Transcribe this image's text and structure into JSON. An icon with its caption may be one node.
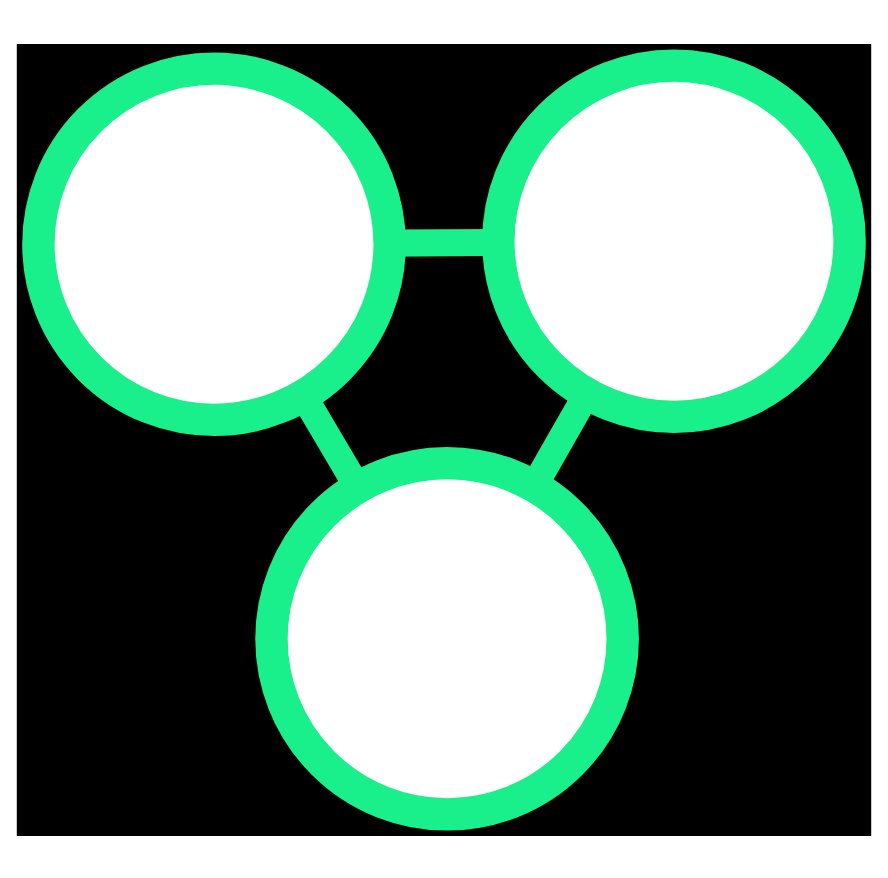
{
  "diagram": {
    "nodes": [
      {
        "text": [],
        "shape": "circle"
      },
      {
        "text": [],
        "shape": "circle"
      },
      {
        "text": [],
        "shape": "circle"
      }
    ],
    "edges": [
      {
        "from": 0,
        "to": 2,
        "arrow": "none"
      },
      {
        "from": 0,
        "to": 1,
        "arrow": "none"
      },
      {
        "from": 2,
        "to": 1,
        "arrow": "none"
      }
    ]
  }
}
